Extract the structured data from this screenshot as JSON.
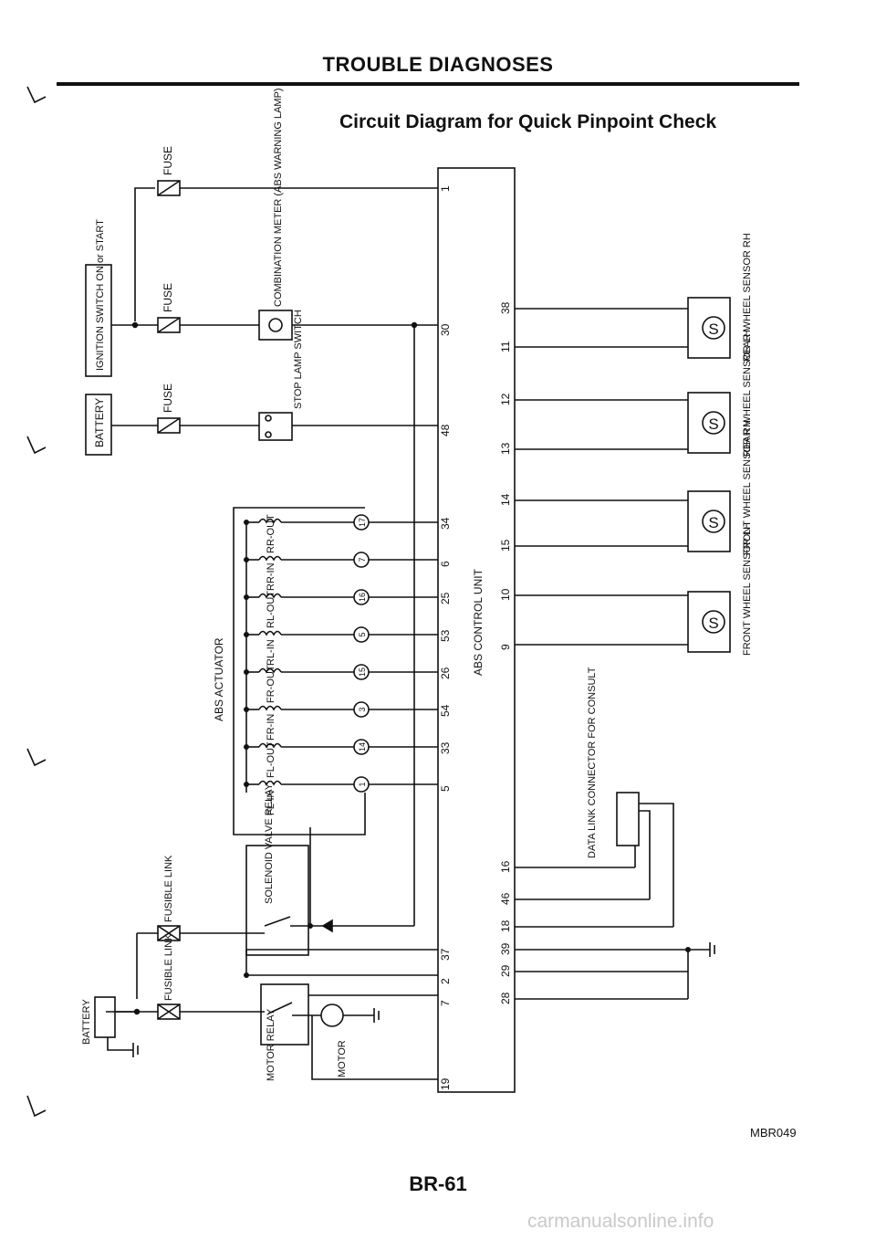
{
  "header": {
    "title": "TROUBLE DIAGNOSES",
    "subtitle": "Circuit Diagram for Quick Pinpoint Check"
  },
  "labels": {
    "fuse": "FUSE",
    "fusible_link": "FUSIBLE LINK",
    "ignition_switch": "IGNITION SWITCH ON or START",
    "battery": "BATTERY",
    "combination_meter": "COMBINATION METER (ABS WARNING LAMP)",
    "stop_lamp_switch": "STOP LAMP SWITCH",
    "abs_actuator": "ABS ACTUATOR",
    "abs_control_unit": "ABS CONTROL UNIT",
    "solenoid_valve_relay": "SOLENOID VALVE RELAY",
    "motor_relay": "MOTOR RELAY",
    "motor": "MOTOR",
    "data_link_connector": "DATA LINK CONNECTOR FOR CONSULT",
    "rear_wheel_sensor_rh": "REAR WHEEL SENSOR RH",
    "rear_wheel_sensor_lh": "REAR WHEEL SENSOR LH",
    "front_wheel_sensor_rh": "FRONT WHEEL SENSOR RH",
    "front_wheel_sensor_lh": "FRONT WHEEL SENSOR LH",
    "sensor_symbol": "S"
  },
  "actuator_solenoids": [
    {
      "label": "RR-OUT",
      "terminal": "17",
      "pin": "34"
    },
    {
      "label": "RR-IN",
      "terminal": "7",
      "pin": "6"
    },
    {
      "label": "RL-OUT",
      "terminal": "16",
      "pin": "25"
    },
    {
      "label": "RL-IN",
      "terminal": "5",
      "pin": "53"
    },
    {
      "label": "FR-OUT",
      "terminal": "15",
      "pin": "26"
    },
    {
      "label": "FR-IN",
      "terminal": "3",
      "pin": "54"
    },
    {
      "label": "FL-OUT",
      "terminal": "14",
      "pin": "33"
    },
    {
      "label": "FL-IN",
      "terminal": "1",
      "pin": "5"
    }
  ],
  "left_pins": {
    "fuse_top": "1",
    "warning_lamp": "30",
    "stop_lamp": "48",
    "solenoid_relay": "37",
    "motor_relay_coil": "2",
    "motor_relay_power": "7",
    "motor_monitor": "19"
  },
  "right_pins": {
    "rr_sensor": [
      "38",
      "11"
    ],
    "rl_sensor": [
      "12",
      "13"
    ],
    "fr_sensor": [
      "14",
      "15"
    ],
    "fl_sensor": [
      "10",
      "9"
    ],
    "data_link": [
      "16",
      "46",
      "18"
    ],
    "ground": [
      "39",
      "29",
      "28"
    ]
  },
  "footer": {
    "page_number": "BR-61",
    "figure_code": "MBR049",
    "watermark": "carmanualsonline.info"
  }
}
